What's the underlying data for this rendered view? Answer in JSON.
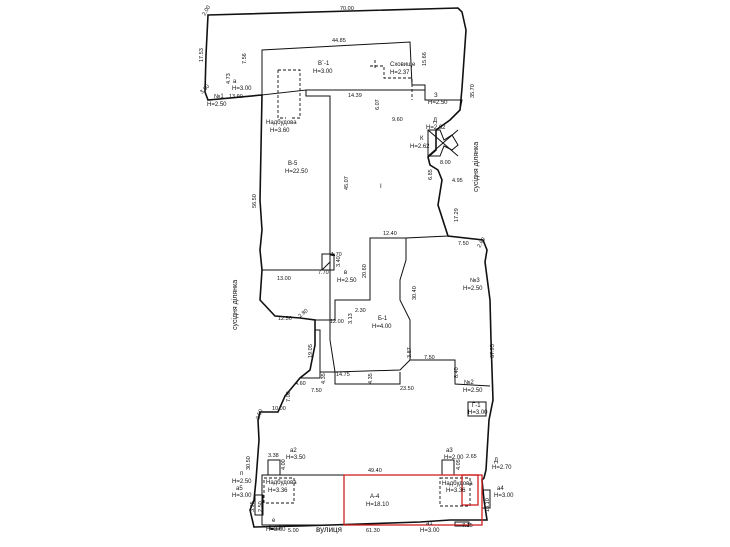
{
  "colors": {
    "line": "#111111",
    "highlight": "#d02020",
    "background": "#ffffff"
  },
  "labels": {
    "n1": "№1",
    "n1_h": "H=2.50",
    "a_top": "а",
    "a_top_h": "H=3.00",
    "b1": "В´-1",
    "b1_h": "H=3.00",
    "store": "Сховище",
    "store_h": "H=2.37",
    "z": "З",
    "z_h": "H=2.50",
    "nadb_top": "Надбудова",
    "nadb_top_h": "H=3.60",
    "d_top": "Д",
    "d_top_h": "H=2.62",
    "k": "К",
    "k_h": "H=2.62",
    "b5": "В-5",
    "b5_h": "H=22.50",
    "roman": "I",
    "v": "в",
    "v_h": "H=2.50",
    "b1b": "Б-1",
    "b1b_h": "H=4.00",
    "n3": "№3",
    "n3_h": "H=2.50",
    "n2": "№2",
    "n2_h": "H=2.50",
    "g1": "Г-1",
    "g1_h": "H=3.00",
    "a2": "а2",
    "a2_h": "H=3.50",
    "a3": "а3",
    "a3_h": "H=2.00",
    "d_bot": "Д",
    "d_bot_h": "H=2.70",
    "p": "п",
    "p_h": "H=2.50",
    "a5": "а5",
    "a5_h": "H=3.00",
    "nadb_left": "Надбудова",
    "nadb_left_h": "H=3.36",
    "a4_main": "А-4",
    "a4_main_h": "H=18.10",
    "nadb_right": "Надбудова",
    "nadb_right_h": "H=3.36",
    "a4": "а4",
    "a4_h": "H=3.00",
    "e": "е",
    "e_h": "H=3.00",
    "a1": "а1",
    "a1_h": "H=3.00",
    "street": "вулиця",
    "neighbor_right": "сусідня ділянка",
    "neighbor_left": "сусідня ділянка"
  },
  "dims": {
    "d70": "70.00",
    "d2_00": "2.00",
    "d17_53": "17.53",
    "d4_73": "4.73",
    "d7_56": "7.56",
    "d13_90": "13.90",
    "d3_60": "3.60",
    "d44_85": "44.85",
    "d15_66": "15.66",
    "d35_70": "35.70",
    "d14_39": "14.39",
    "d6_07": "6.07",
    "d9_60": "9.60",
    "d8_00": "8.00",
    "d6_85": "6.85",
    "d4_95": "4.95",
    "d17_29": "17.29",
    "d7_50a": "7.50",
    "d2_60": "2.60",
    "d56_50": "56.50",
    "d45_07": "45.07",
    "d12_40": "12.40",
    "d1_70": "1.70",
    "d3_40": "3.40",
    "d7_70": "7.70",
    "d13_00": "13.00",
    "d20_60": "20.60",
    "d30_40": "30.40",
    "d2_30": "2.30",
    "d12_50": "12.50",
    "d2_80": "2.80",
    "d12_00": "12.00",
    "d3_13": "3.13",
    "d67_95": "67.95",
    "d19_05": "19.05",
    "d3_87": "3.87",
    "d7_50b": "7.50",
    "d8_40": "8.40",
    "d14_75": "14.75",
    "d4_35a": "4.35",
    "d4_35b": "4.35",
    "d4_60": "4.60",
    "d23_50": "23.50",
    "d7_50c": "7.50",
    "d7_00": "7.00",
    "d10_00": "10.00",
    "d2_50": "2.50",
    "d3_38": "3.38",
    "d4_00": "4.00",
    "d4_05": "4.05",
    "d2_65": "2.65",
    "d30_50": "30.50",
    "d49_40": "49.40",
    "d3_95": "3.95",
    "d2_50b": "2.50",
    "d13_10": "13.10",
    "d5_00": "5.00",
    "d61_30": "61.30",
    "d7_15": "7.15"
  }
}
